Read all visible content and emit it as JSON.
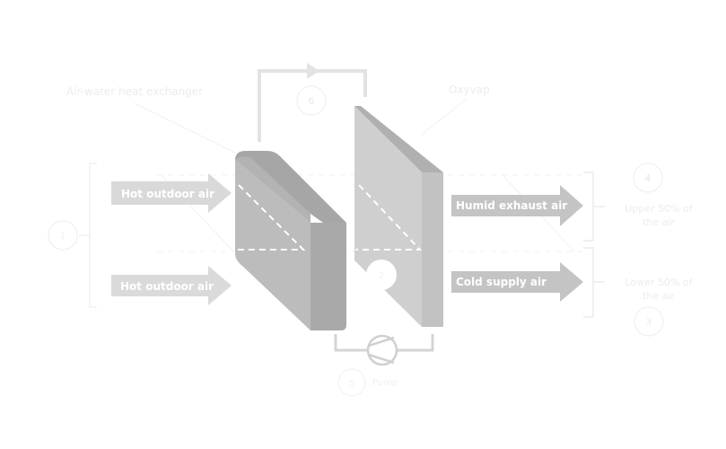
{
  "diagram": {
    "labels": {
      "heat_exchanger": "Air-water heat exchanger",
      "oxyvap": "Oxyvap",
      "pump": "Pump",
      "upper_air": [
        "Upper 50% of",
        "the air"
      ],
      "lower_air": [
        "Lower 50% of",
        "the air"
      ]
    },
    "arrows": {
      "inlet_top": "Hot outdoor air",
      "inlet_bottom": "Hot outdoor air",
      "outlet_top": "Humid exhaust air",
      "outlet_bottom": "Cold supply air"
    },
    "markers": {
      "left": "1",
      "oxyvap": "2",
      "lower_right": "3",
      "upper_right": "4",
      "pump": "5",
      "water_loop": "6"
    },
    "colors": {
      "arrow_light": "#d9d9d9",
      "arrow_dark": "#c4c4c4",
      "hx_front": "#bcbcbc",
      "hx_side": "#a9a9a9",
      "hx_top": "#a6a6a6",
      "oxy_front": "#cfcfcf",
      "oxy_side": "#c2c2c2",
      "oxy_top": "#b0b0b0",
      "pipe": "#e3e3e3",
      "faint_text": "#ececec",
      "faint_line": "#eeeeee"
    }
  }
}
